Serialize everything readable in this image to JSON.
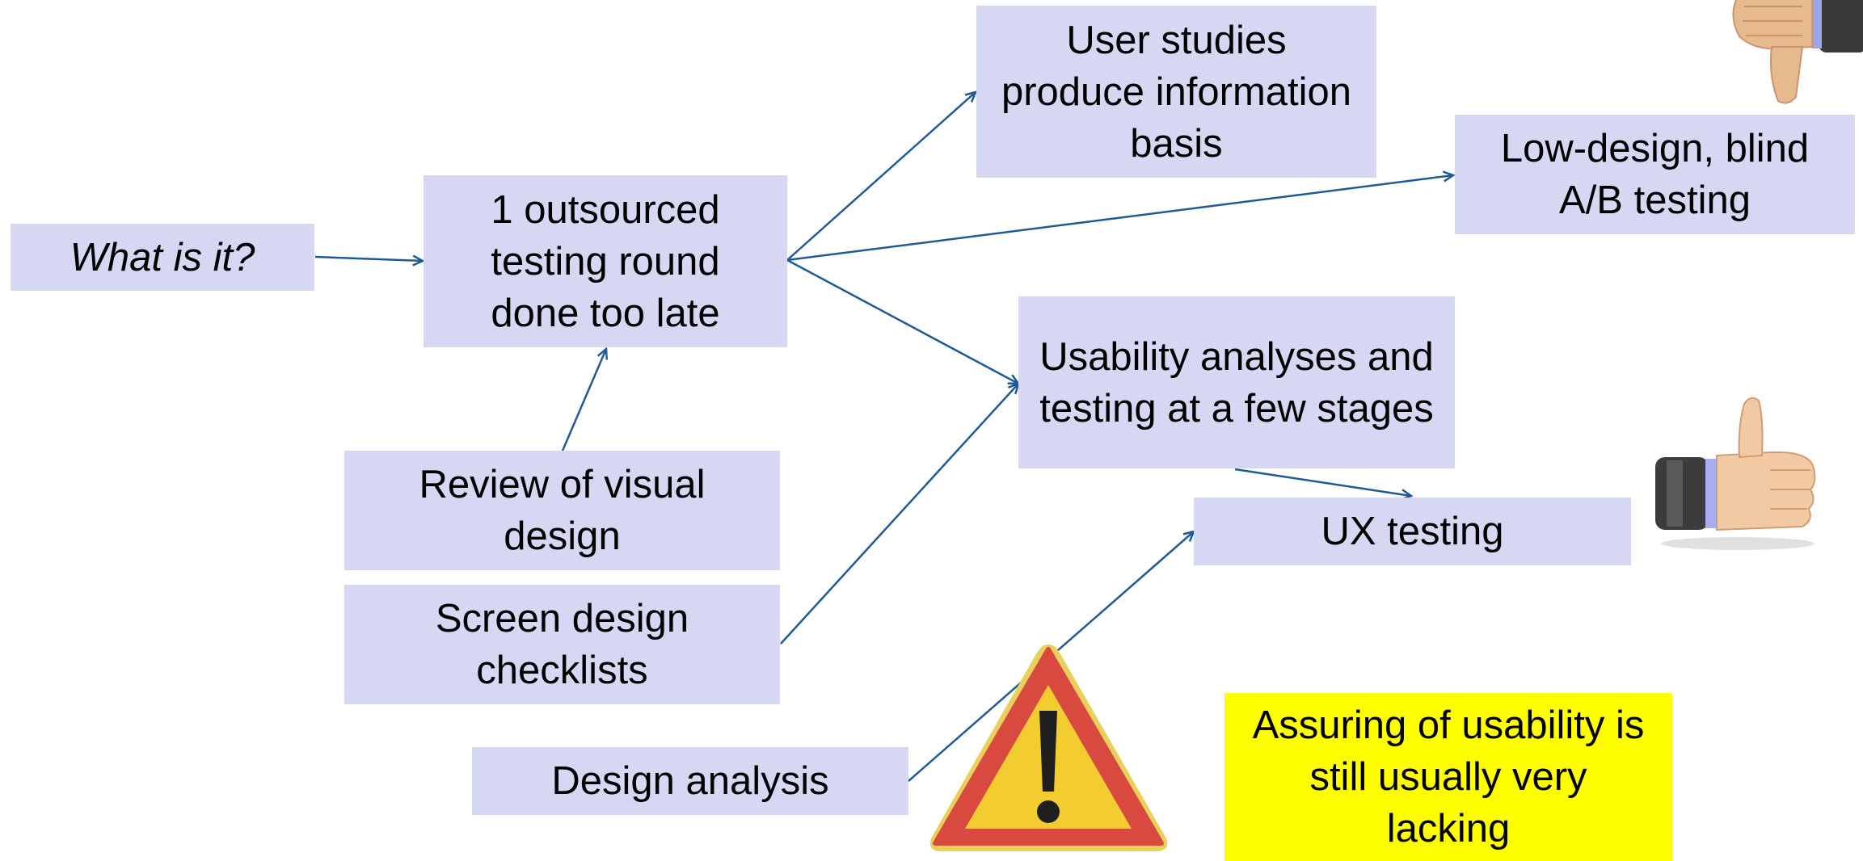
{
  "boxes": {
    "what_is_it": "What is it?",
    "outsourced_testing": "1 outsourced testing round done too late",
    "review_visual": "Review of visual design",
    "screen_checklists": "Screen design checklists",
    "design_analysis": "Design analysis",
    "user_studies": "User studies produce information basis",
    "low_design_ab": "Low-design, blind A/B testing",
    "usability_analyses": "Usability analyses and testing at a few stages",
    "ux_testing": "UX testing"
  },
  "callout": "Assuring of usability is still usually very lacking",
  "icons": [
    "thumbs-down-icon",
    "thumbs-up-icon",
    "warning-icon"
  ],
  "colors": {
    "box_fill": "#d6d7f2",
    "arrow": "#1f5a96",
    "callout_fill": "#ffff00"
  }
}
